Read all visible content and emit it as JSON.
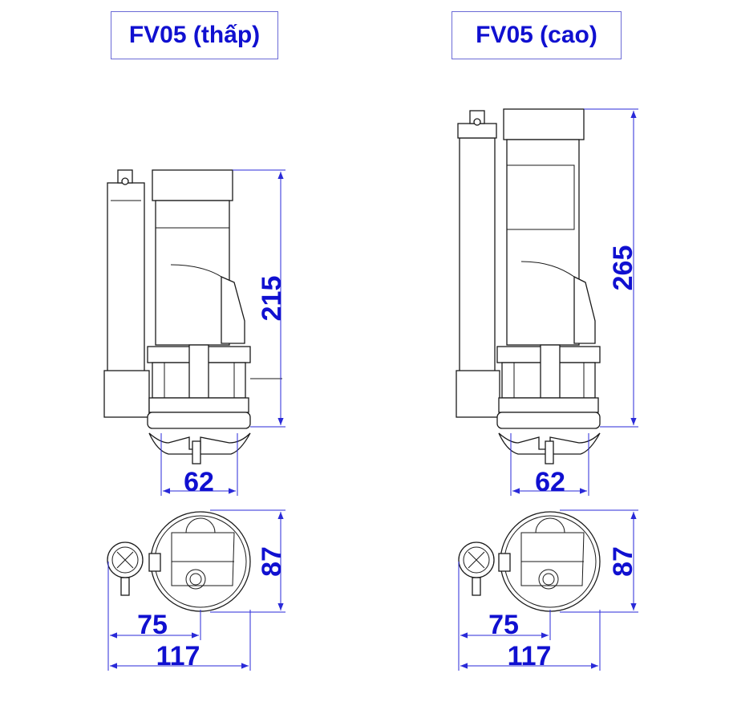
{
  "titles": {
    "left": "FV05 (thấp)",
    "right": "FV05 (cao)"
  },
  "dimensions": {
    "left": {
      "height": "215",
      "width": "62",
      "diameter": "87",
      "offset": "75",
      "overall": "117"
    },
    "right": {
      "height": "265",
      "width": "62",
      "diameter": "87",
      "offset": "75",
      "overall": "117"
    }
  },
  "colors": {
    "dimension": "#2a2ad8",
    "text": "#1010d0",
    "outline": "#1a1a1a"
  }
}
